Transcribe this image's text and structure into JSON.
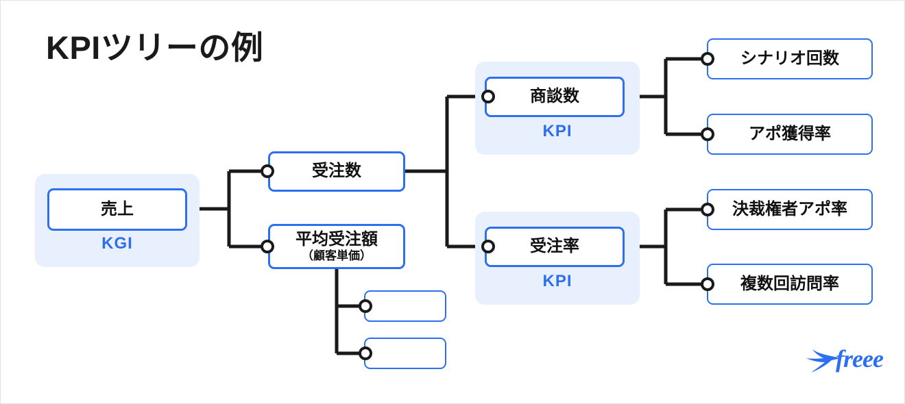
{
  "title": "KPIツリーの例",
  "colors": {
    "accent_blue": "#2C6FEF",
    "panel_blue": "#E8F0FD",
    "line_black": "#1A1A1A",
    "text_black": "#111111",
    "background": "#FFFFFF"
  },
  "groups": [
    {
      "id": "kgi-group",
      "label": "KGI"
    },
    {
      "id": "kpi-group-1",
      "label": "KPI"
    },
    {
      "id": "kpi-group-2",
      "label": "KPI"
    }
  ],
  "nodes": [
    {
      "id": "uriage",
      "line1": "売上",
      "line2": "",
      "level": 1,
      "group": "KGI"
    },
    {
      "id": "juchusu",
      "line1": "受注数",
      "line2": "",
      "level": 2,
      "group": ""
    },
    {
      "id": "heikin-juchu",
      "line1": "平均受注額",
      "line2": "（顧客単価）",
      "level": 2,
      "group": ""
    },
    {
      "id": "shodansu",
      "line1": "商談数",
      "line2": "",
      "level": 3,
      "group": "KPI"
    },
    {
      "id": "juchuritsu",
      "line1": "受注率",
      "line2": "",
      "level": 3,
      "group": "KPI"
    },
    {
      "id": "scenario",
      "line1": "シナリオ回数",
      "line2": "",
      "level": 4,
      "group": ""
    },
    {
      "id": "apo-kakutoku",
      "line1": "アポ獲得率",
      "line2": "",
      "level": 4,
      "group": ""
    },
    {
      "id": "kessaikensha",
      "line1": "決裁権者アポ率",
      "line2": "",
      "level": 4,
      "group": ""
    },
    {
      "id": "fukusukai",
      "line1": "複数回訪問率",
      "line2": "",
      "level": 4,
      "group": ""
    },
    {
      "id": "blank-1",
      "line1": "",
      "line2": "",
      "level": 3,
      "group": ""
    },
    {
      "id": "blank-2",
      "line1": "",
      "line2": "",
      "level": 3,
      "group": ""
    }
  ],
  "logo": {
    "name": "freee",
    "wordmark": "freee",
    "icon": "freee-swallow-icon"
  }
}
